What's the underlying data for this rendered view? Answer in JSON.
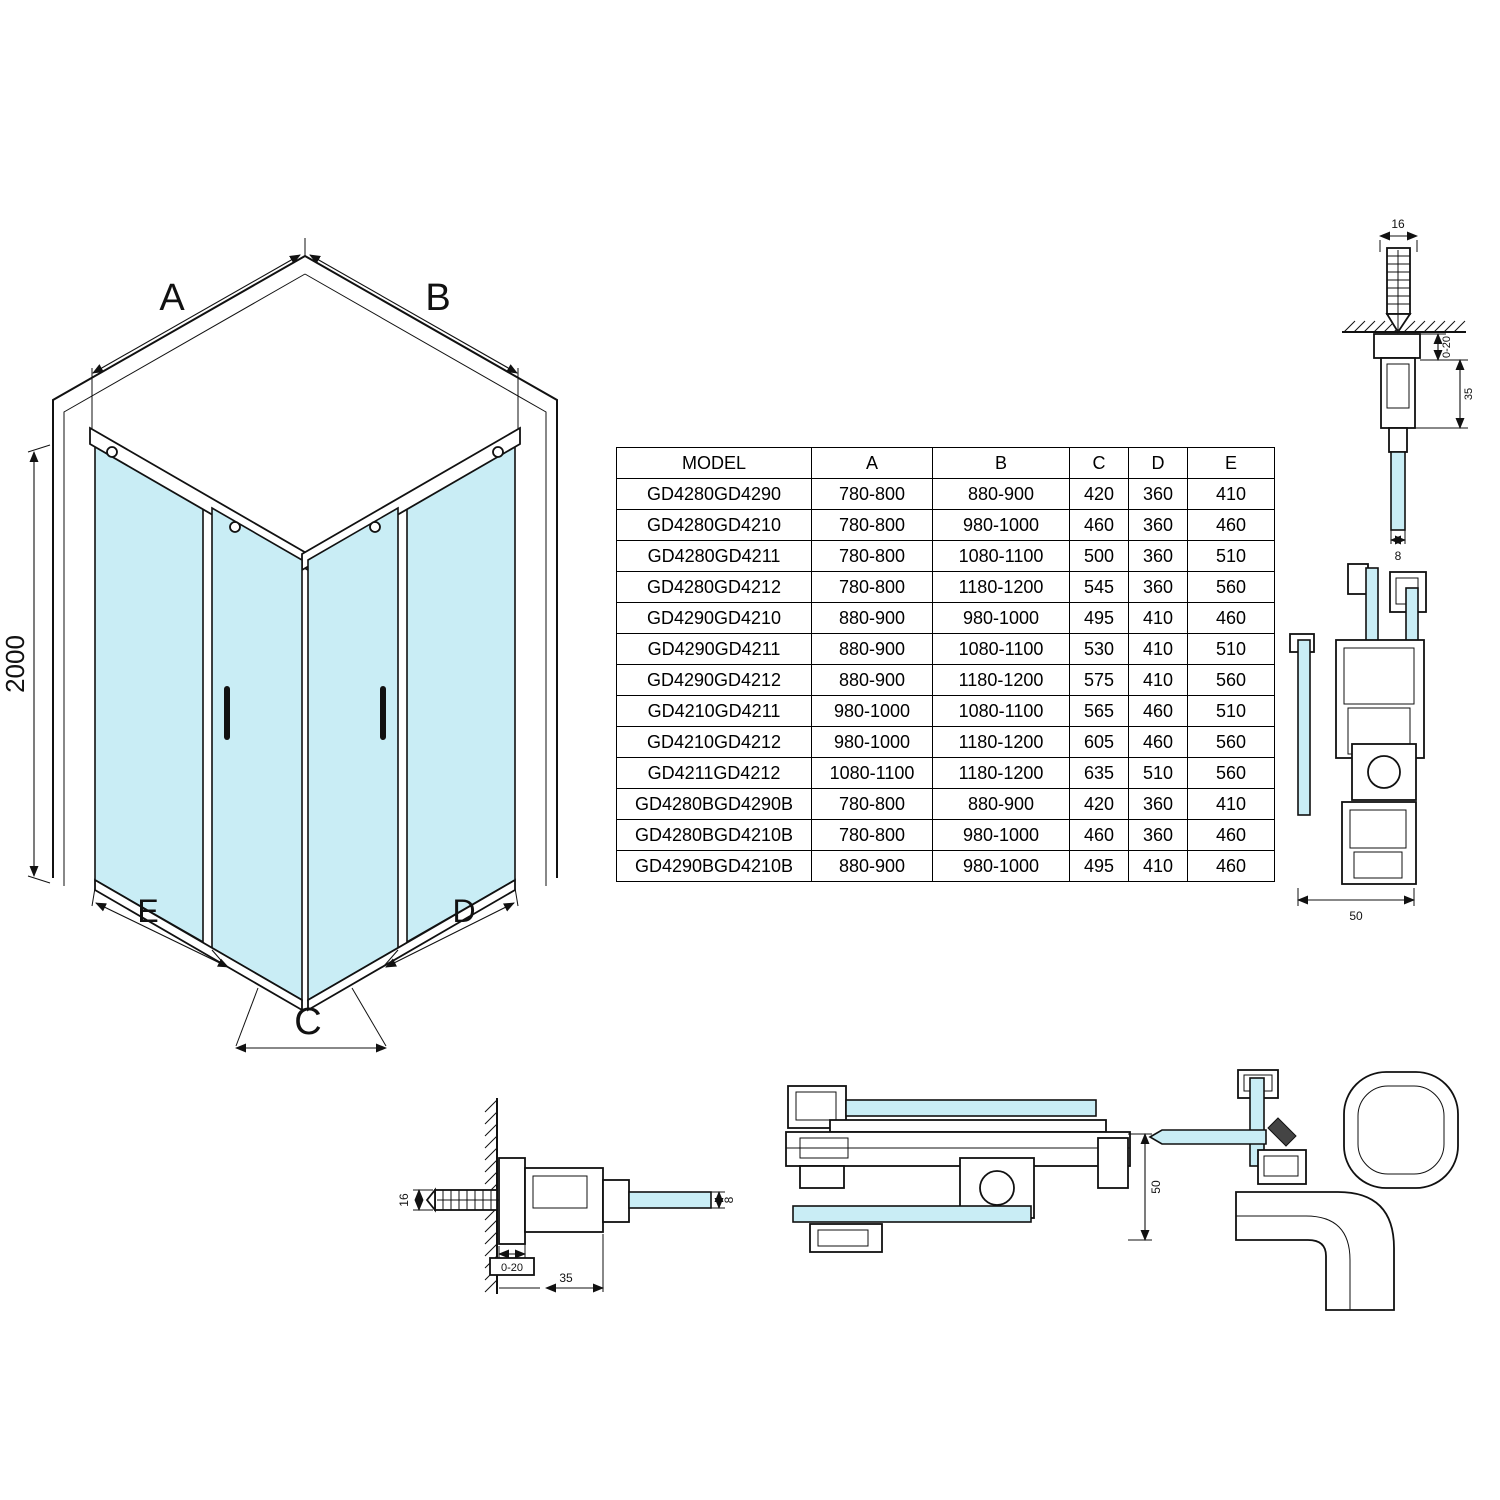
{
  "table": {
    "headers": [
      "MODEL",
      "A",
      "B",
      "C",
      "D",
      "E"
    ],
    "rows": [
      {
        "model": "GD4280GD4290",
        "a": "780-800",
        "b": "880-900",
        "c": "420",
        "d": "360",
        "e": "410"
      },
      {
        "model": "GD4280GD4210",
        "a": "780-800",
        "b": "980-1000",
        "c": "460",
        "d": "360",
        "e": "460"
      },
      {
        "model": "GD4280GD4211",
        "a": "780-800",
        "b": "1080-1100",
        "c": "500",
        "d": "360",
        "e": "510"
      },
      {
        "model": "GD4280GD4212",
        "a": "780-800",
        "b": "1180-1200",
        "c": "545",
        "d": "360",
        "e": "560"
      },
      {
        "model": "GD4290GD4210",
        "a": "880-900",
        "b": "980-1000",
        "c": "495",
        "d": "410",
        "e": "460"
      },
      {
        "model": "GD4290GD4211",
        "a": "880-900",
        "b": "1080-1100",
        "c": "530",
        "d": "410",
        "e": "510"
      },
      {
        "model": "GD4290GD4212",
        "a": "880-900",
        "b": "1180-1200",
        "c": "575",
        "d": "410",
        "e": "560"
      },
      {
        "model": "GD4210GD4211",
        "a": "980-1000",
        "b": "1080-1100",
        "c": "565",
        "d": "460",
        "e": "510"
      },
      {
        "model": "GD4210GD4212",
        "a": "980-1000",
        "b": "1180-1200",
        "c": "605",
        "d": "460",
        "e": "560"
      },
      {
        "model": "GD4211GD4212",
        "a": "1080-1100",
        "b": "1180-1200",
        "c": "635",
        "d": "510",
        "e": "560"
      },
      {
        "model": "GD4280BGD4290B",
        "a": "780-800",
        "b": "880-900",
        "c": "420",
        "d": "360",
        "e": "410"
      },
      {
        "model": "GD4280BGD4210B",
        "a": "780-800",
        "b": "980-1000",
        "c": "460",
        "d": "360",
        "e": "460"
      },
      {
        "model": "GD4290BGD4210B",
        "a": "880-900",
        "b": "980-1000",
        "c": "495",
        "d": "410",
        "e": "460"
      }
    ]
  },
  "diagram": {
    "iso": {
      "dim_a": "A",
      "dim_b": "B",
      "dim_c": "C",
      "dim_d": "D",
      "dim_e": "E",
      "dim_height": "2000"
    },
    "wall_profile_top": {
      "dim_16": "16",
      "dim_020": "0-20",
      "dim_35": "35",
      "dim_8": "8"
    },
    "door_section_right": {
      "dim_50": "50"
    },
    "wall_profile_bottom": {
      "dim_16": "16",
      "dim_020": "0-20",
      "dim_35": "35",
      "dim_8": "8"
    },
    "door_section_bottom": {
      "dim_50": "50"
    },
    "glass_color": "#c9edf5",
    "line_color": "#111111"
  }
}
